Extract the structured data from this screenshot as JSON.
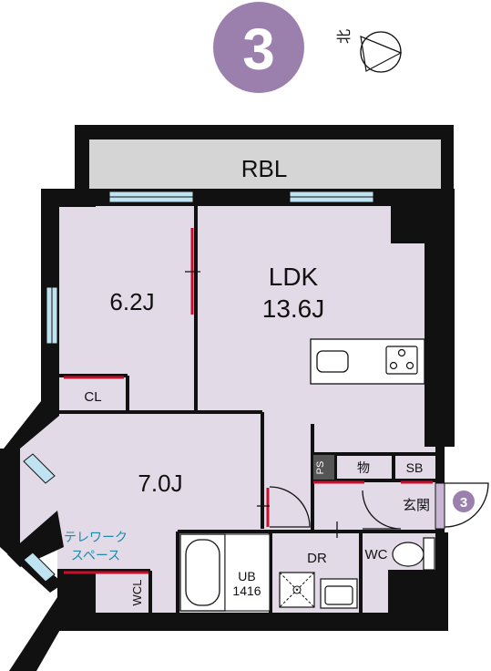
{
  "unit_badge": {
    "number": "3"
  },
  "compass": {
    "label": "北"
  },
  "rooms": {
    "balcony": "RBL",
    "ldk_name": "LDK",
    "ldk_size": "13.6J",
    "bedroom1": "6.2J",
    "closet": "CL",
    "bedroom2": "7.0J",
    "telework_line1": "テレワーク",
    "telework_line2": "スペース",
    "wcl": "WCL",
    "ub_line1": "UB",
    "ub_line2": "1416",
    "dr": "DR",
    "wc": "WC",
    "ps": "PS",
    "storage": "物",
    "sb": "SB",
    "entrance": "玄関"
  },
  "entrance_badge": {
    "number": "3"
  },
  "colors": {
    "accent_purple": "#9b80ad",
    "room_fill": "#e3dae8",
    "balcony_fill": "#d5d5d5",
    "wall": "#111111",
    "door_red": "#c8102e",
    "window_blue": "#bfe3f0",
    "label_teal": "#1f8aa8"
  }
}
